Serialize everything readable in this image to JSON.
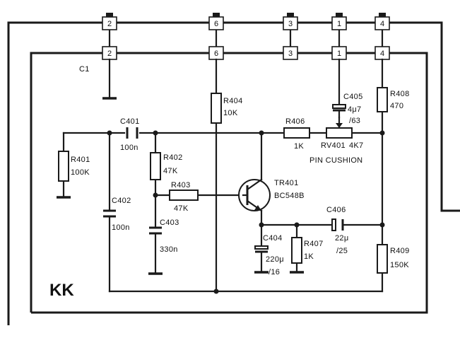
{
  "connectors_top": [
    "2",
    "6",
    "3",
    "1",
    "4"
  ],
  "connectors_inner": [
    "2",
    "6",
    "3",
    "1",
    "4"
  ],
  "connector_label": "C1",
  "board_label": "KK",
  "components": {
    "r404": {
      "ref": "R404",
      "value": "10K"
    },
    "c405": {
      "ref": "C405",
      "value1": "4μ7",
      "value2": "/63"
    },
    "r408": {
      "ref": "R408",
      "value": "470"
    },
    "c401": {
      "ref": "C401",
      "value": "100n"
    },
    "r401": {
      "ref": "R401",
      "value": "100K"
    },
    "r402": {
      "ref": "R402",
      "value": "47K"
    },
    "r406": {
      "ref": "R406",
      "value": "1K"
    },
    "rv401": {
      "ref": "RV401",
      "value": "4K7",
      "name": "PIN CUSHION"
    },
    "r403": {
      "ref": "R403",
      "value": "47K"
    },
    "tr401": {
      "ref": "TR401",
      "value": "BC548B"
    },
    "c402": {
      "ref": "C402",
      "value": "100n"
    },
    "c403": {
      "ref": "C403",
      "value": "330n"
    },
    "c406": {
      "ref": "C406",
      "value1": "22μ",
      "value2": "/25"
    },
    "c404": {
      "ref": "C404",
      "value1": "220μ",
      "value2": "/16"
    },
    "r407": {
      "ref": "R407",
      "value": "1K"
    },
    "r409": {
      "ref": "R409",
      "value": "150K"
    }
  }
}
